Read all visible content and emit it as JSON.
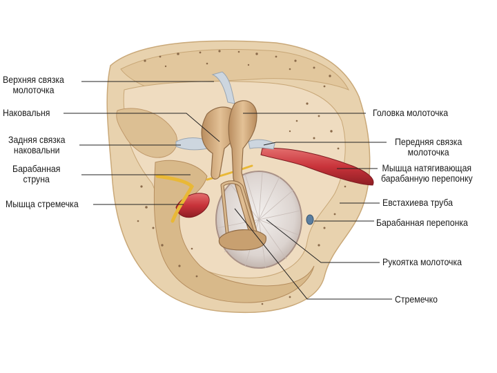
{
  "labels": {
    "left": {
      "superior_malleus_ligament": [
        "Верхняя связка",
        "молоточка"
      ],
      "incus": "Наковальня",
      "posterior_incus_ligament": [
        "Задняя связка",
        "наковальни"
      ],
      "chorda_tympani": [
        "Барабанная",
        "струна"
      ],
      "stapedius_muscle": "Мышца стремечка"
    },
    "right": {
      "malleus_head": "Головка молоточка",
      "anterior_malleus_ligament": [
        "Передняя связка",
        "молоточка"
      ],
      "tensor_tympani": [
        "Мышца натягивающая",
        "барабанную перепонку"
      ],
      "eustachian_tube": "Евстахиева труба",
      "tympanic_membrane": "Барабанная перепонка",
      "malleus_handle": "Рукоятка молоточка",
      "stapes": "Стремечко"
    }
  },
  "colors": {
    "bone": "#e6cda7",
    "bone_dark": "#caa67a",
    "cavity": "#efdcc0",
    "membrane": "#ddd6d2",
    "muscle": "#c8333a",
    "nerve": "#e9b836",
    "ligament": "#cdd6df",
    "ossicle": "#d2ab7f",
    "leader": "#222222"
  }
}
